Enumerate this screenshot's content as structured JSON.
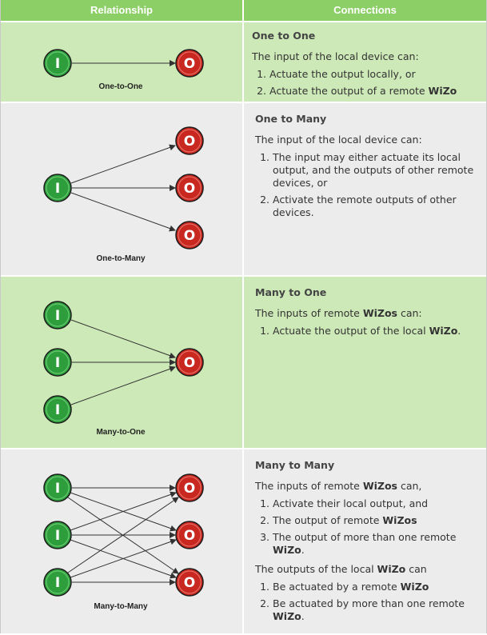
{
  "header": {
    "relationship": "Relationship",
    "connections": "Connections"
  },
  "node_labels": {
    "input": "I",
    "output": "O"
  },
  "colors": {
    "header_bg": "#8dcf67",
    "row_green": "#cde9b7",
    "row_grey": "#ececec",
    "input_node": "#2e9e3c",
    "output_node": "#c8281f"
  },
  "rows": [
    {
      "diagram_label": "One-to-One",
      "title": "One to One",
      "intro": "The input of the local device can:",
      "items": [
        {
          "text": "Actuate the output locally, or",
          "bold": ""
        },
        {
          "text": "Actuate the output of a remote ",
          "bold": "WiZo"
        }
      ]
    },
    {
      "diagram_label": "One-to-Many",
      "title": "One to Many",
      "intro": "The input of the local device can:",
      "items": [
        {
          "text": "The input may either actuate its local output, and the outputs of other remote devices, or",
          "bold": ""
        },
        {
          "text": "Activate the remote outputs of other devices.",
          "bold": ""
        }
      ]
    },
    {
      "diagram_label": "Many-to-One",
      "title": "Many to One",
      "intro_pre": "The inputs of remote ",
      "intro_bold": "WiZos",
      "intro_post": " can:",
      "items": [
        {
          "text": "Actuate the output of the local ",
          "bold": "WiZo",
          "after": "."
        }
      ]
    },
    {
      "diagram_label": "Many-to-Many",
      "title": "Many to Many",
      "intro_pre": "The inputs of remote ",
      "intro_bold": "WiZos",
      "intro_post": " can,",
      "items": [
        {
          "text": "Activate their local output, and",
          "bold": ""
        },
        {
          "text": "The output of remote ",
          "bold": "WiZos"
        },
        {
          "text": "The output of more than one remote ",
          "bold": "WiZo",
          "after": "."
        }
      ],
      "intro2_pre": "The outputs of the local ",
      "intro2_bold": "WiZo",
      "intro2_post": " can",
      "items2": [
        {
          "text": "Be actuated by a remote ",
          "bold": "WiZo"
        },
        {
          "text": "Be actuated by more than one remote ",
          "bold": "WiZo",
          "after": "."
        }
      ]
    }
  ]
}
